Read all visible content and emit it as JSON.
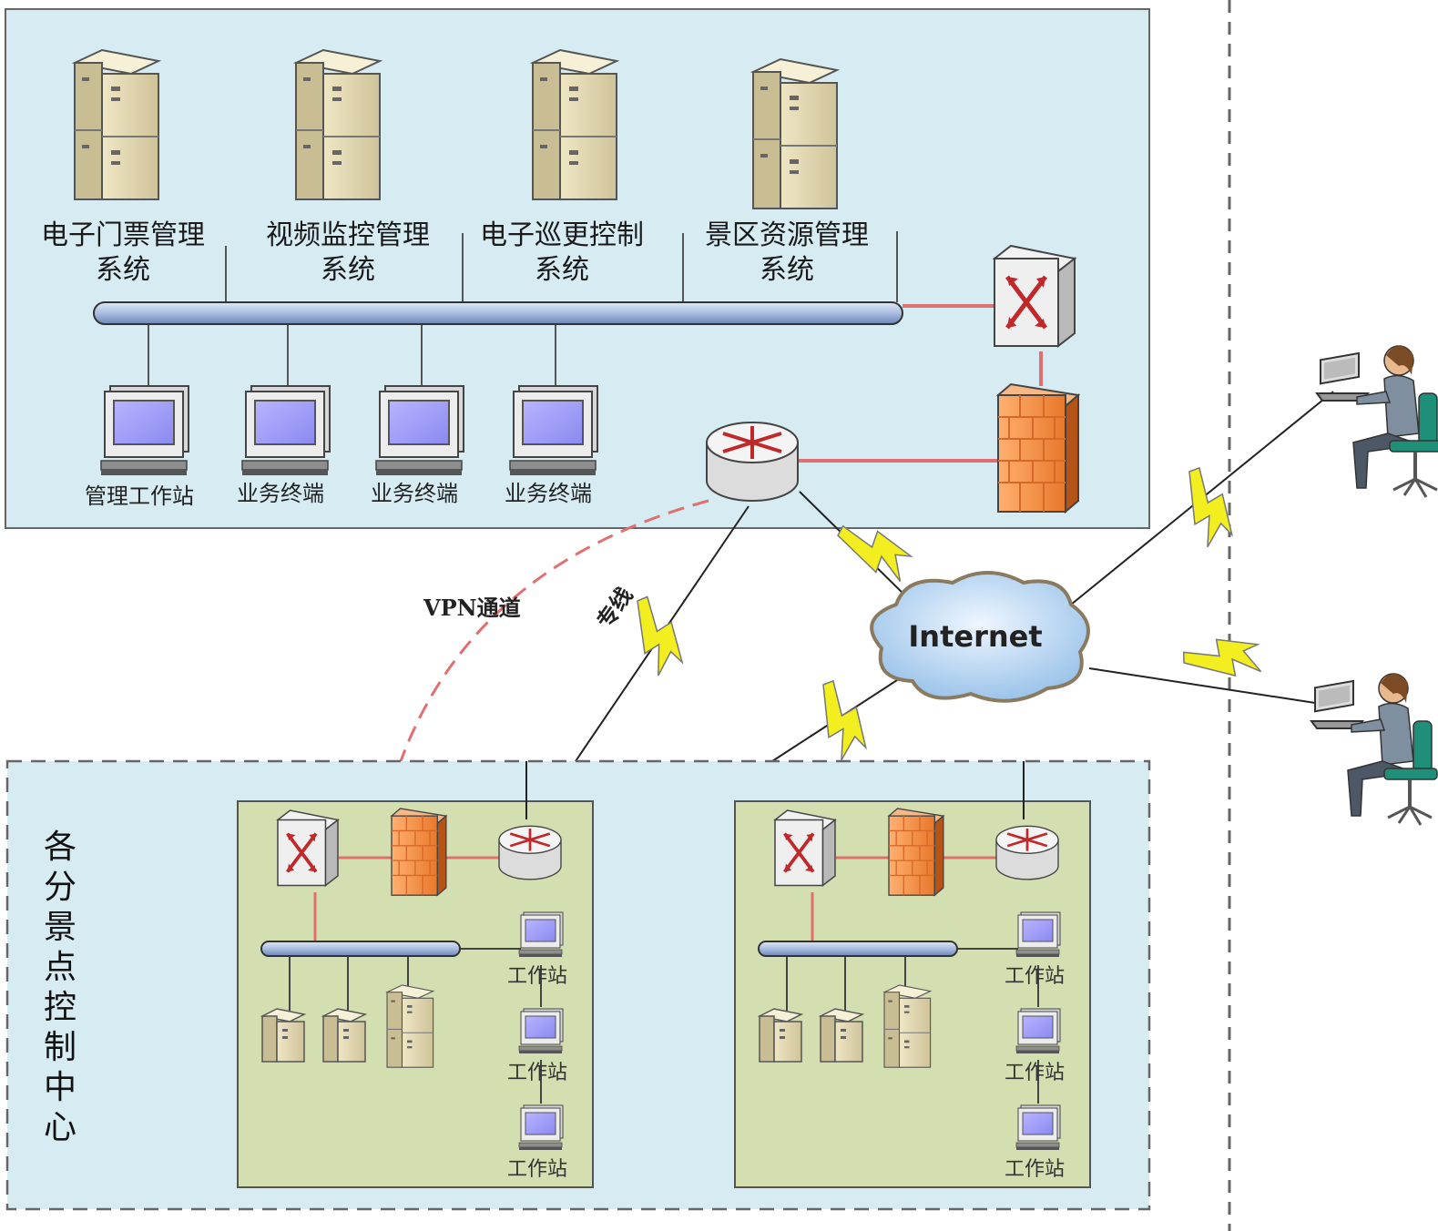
{
  "hq": {
    "systems": [
      {
        "line1": "电子门票管理",
        "line2": "系统"
      },
      {
        "line1": "视频监控管理",
        "line2": "系统"
      },
      {
        "line1": "电子巡更控制",
        "line2": "系统"
      },
      {
        "line1": "景区资源管理",
        "line2": "系统"
      }
    ],
    "terminals": [
      "管理工作站",
      "业务终端",
      "业务终端",
      "业务终端"
    ]
  },
  "links": {
    "vpn": "VPN通道",
    "leased_line": "专线",
    "internet": "Internet"
  },
  "branch": {
    "title_chars": [
      "各",
      "分",
      "景",
      "点",
      "控",
      "制",
      "中",
      "心"
    ],
    "workstation_label": "工作站"
  },
  "colors": {
    "panel_bg": "#d6ebf2",
    "branch_bg": "#d3dfb0",
    "link_red": "#e07070",
    "bolt_yellow": "#f2ee20"
  }
}
